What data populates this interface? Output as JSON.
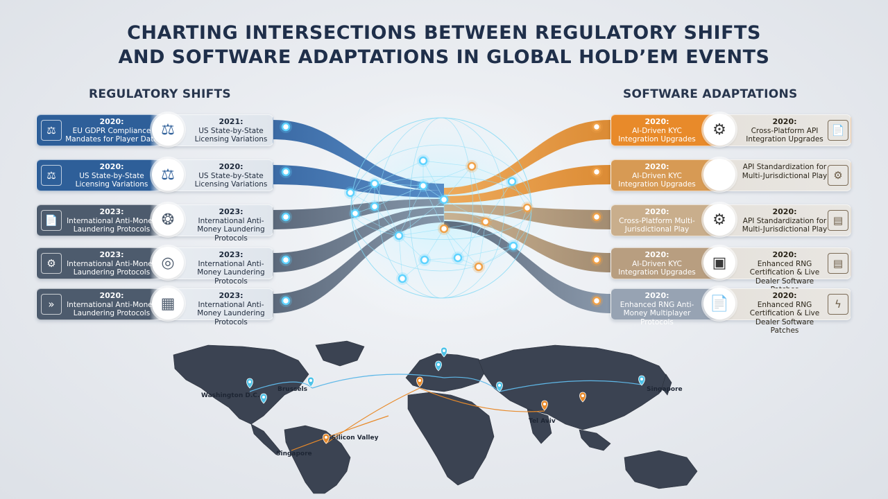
{
  "title_line1": "CHARTING INTERSECTIONS BETWEEN REGULATORY SHIFTS",
  "title_line2": "AND SOFTWARE ADAPTATIONS IN GLOBAL HOLD’EM EVENTS",
  "regulatory_heading": "REGULATORY SHIFTS",
  "software_heading": "SOFTWARE ADAPTATIONS",
  "regulatory_rows": [
    {
      "a_year": "2020:",
      "a_text": "EU GDPR Compliance Mandates for Player Data",
      "b_year": "2021:",
      "b_text": "US State-by-State Licensing Variations",
      "icon_a": "scales-icon",
      "icon_b": "scales-icon"
    },
    {
      "a_year": "2020:",
      "a_text": "US State-by-State Licensing Variations",
      "b_year": "2020:",
      "b_text": "US State-by-State Licensing Variations",
      "icon_a": "scales-icon",
      "icon_b": "scales-icon"
    },
    {
      "a_year": "2023:",
      "a_text": "International Anti-Money Laundering Protocols",
      "b_year": "2023:",
      "b_text": "International Anti-Money Laundering Protocols",
      "icon_a": "document-icon",
      "icon_b": "network-icon"
    },
    {
      "a_year": "2023:",
      "a_text": "International Anti-Money Laundering Protocols",
      "b_year": "2023:",
      "b_text": "International Anti-Money Laundering Protocols",
      "icon_a": "gear-icon",
      "icon_b": "fingerprint-icon"
    },
    {
      "a_year": "2020:",
      "a_text": "International Anti-Money Laundering Protocols",
      "b_year": "2023:",
      "b_text": "International Anti-Money Laundering Protocols",
      "icon_a": "chevron-icon",
      "icon_b": "grid-icon"
    }
  ],
  "software_rows": [
    {
      "a_year": "2020:",
      "a_text": "AI-Driven KYC Integration Upgrades",
      "b_year": "2020:",
      "b_text": "Cross-Platform API Integration Upgrades",
      "icon_a": "gear-icon",
      "icon_b": "document-icon"
    },
    {
      "a_year": "2020:",
      "a_text": "AI-Driven KYC Integration Upgrades",
      "b_year": "",
      "b_text": "API Standardization for Multi-Jurisdictional Play",
      "icon_a": "code-icon",
      "icon_b": "gear-icon"
    },
    {
      "a_year": "2020:",
      "a_text": "Cross-Platform Multi-Jurisdictional Play",
      "b_year": "2020:",
      "b_text": "API Standardization for Multi-Jurisdictional Play",
      "icon_a": "gear-icon",
      "icon_b": "server-icon"
    },
    {
      "a_year": "2020:",
      "a_text": "AI-Driven KYC Integration Upgrades",
      "b_year": "2020:",
      "b_text": "Enhanced RNG Certification & Live Dealer Software Patches",
      "icon_a": "chip-icon",
      "icon_b": "server-icon"
    },
    {
      "a_year": "2020:",
      "a_text": "Enhanced RNG Anti-Money Multiplayer Protocols",
      "b_year": "2020:",
      "b_text": "Enhanced RNG Certification & Live Dealer Software Patches",
      "icon_a": "document-icon",
      "icon_b": "bolt-icon"
    }
  ],
  "map_labels": [
    "Washington D.C.",
    "Brussels",
    "Singapore",
    "Tel Aviv",
    "Silicon Valley",
    "Singapore"
  ],
  "colors": {
    "blue": "#2f6fb3",
    "orange": "#e88a2a",
    "slate": "#5a6a80",
    "glow": "#5fd3ff"
  }
}
